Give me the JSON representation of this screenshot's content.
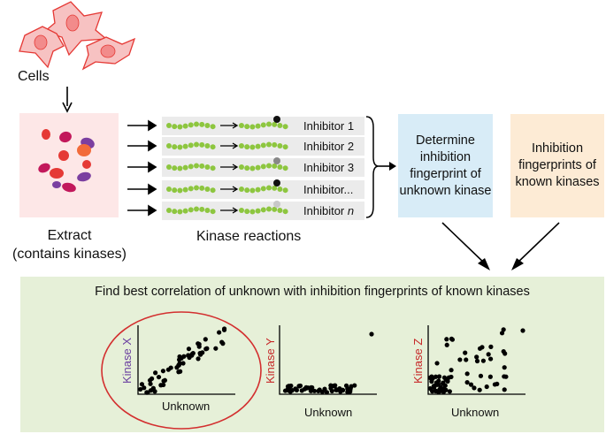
{
  "labels": {
    "cells": "Cells",
    "extract_line1": "Extract",
    "extract_line2": "(contains kinases)",
    "kinase_reactions": "Kinase reactions",
    "determine": "Determine inhibition fingerprint of unknown kinase",
    "known": "Inhibition fingerprints of known kinases",
    "panel_title": "Find best correlation of unknown with inhibition fingerprints of known kinases"
  },
  "inhibitors": [
    {
      "name": "Inhibitor 1",
      "suffix": "",
      "phospho": "P"
    },
    {
      "name": "Inhibitor 2",
      "suffix": "",
      "phospho": ""
    },
    {
      "name": "Inhibitor 3",
      "suffix": "",
      "phospho": "P"
    },
    {
      "name": "Inhibitor...",
      "suffix": "",
      "phospho": "P"
    },
    {
      "name": "Inhibitor ",
      "suffix": "n",
      "phospho": ""
    }
  ],
  "plots": [
    {
      "ylabel": "Kinase X",
      "xlabel": "Unknown",
      "ylabel_color": "#6a3fa0",
      "highlighted": true
    },
    {
      "ylabel": "Kinase Y",
      "xlabel": "Unknown",
      "ylabel_color": "#c62828",
      "highlighted": false
    },
    {
      "ylabel": "Kinase Z",
      "xlabel": "Unknown",
      "ylabel_color": "#c62828",
      "highlighted": false
    }
  ],
  "colors": {
    "extract_bg": "#fde7e7",
    "determine_bg": "#d8ecf7",
    "known_bg": "#fdebd5",
    "panel_bg": "#e6f0d8",
    "bead_green": "#8dc63f",
    "highlight_ring": "#d32f2f",
    "cell_fill": "#f7b4b4",
    "cell_stroke": "#e53935"
  }
}
